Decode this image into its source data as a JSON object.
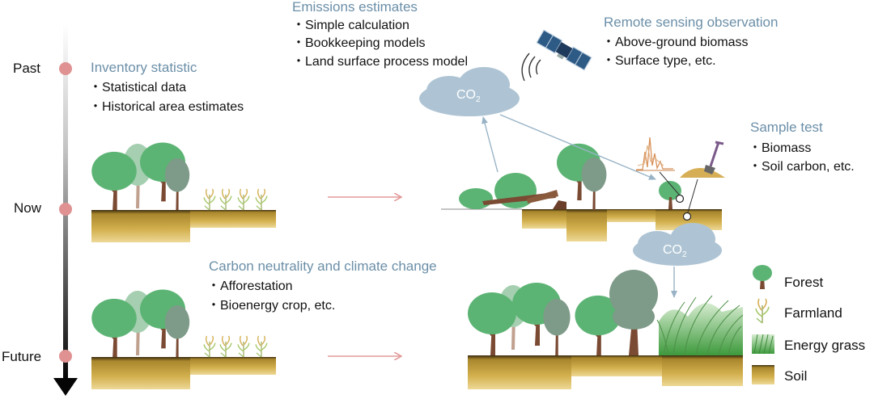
{
  "timeline": {
    "past": "Past",
    "now": "Now",
    "future": "Future"
  },
  "inventory": {
    "title": "Inventory statistic",
    "items": [
      "・Statistical data",
      "・Historical area estimates"
    ]
  },
  "emissions": {
    "title": "Emissions estimates",
    "items": [
      "・Simple calculation",
      "・Bookkeeping models",
      "・Land surface process model"
    ]
  },
  "remote": {
    "title": "Remote sensing observation",
    "items": [
      "・Above-ground biomass",
      "・Surface type, etc."
    ]
  },
  "sample": {
    "title": "Sample test",
    "items": [
      "・Biomass",
      "・Soil carbon, etc."
    ]
  },
  "neutrality": {
    "title": "Carbon neutrality and climate change",
    "items": [
      "・Afforestation",
      "・Bioenergy crop, etc."
    ]
  },
  "co2": {
    "base": "CO",
    "sub": "2"
  },
  "legend": {
    "forest": "Forest",
    "farmland": "Farmland",
    "energy_grass": "Energy grass",
    "soil": "Soil"
  },
  "colors": {
    "tree_green": "#5cb474",
    "tree_gray": "#7e9a88",
    "tree_pale": "#a5cfb0",
    "trunk": "#7a4a33",
    "soil": "#c8a235",
    "cloud": "#aec4d4",
    "arrow_red": "#e39a9a",
    "arrow_blue": "#98b3c6",
    "header_blue": "#6b8fa8",
    "timeline_dot": "#e09292"
  },
  "icons": [
    "tree-icon",
    "farmland-icon",
    "energy-grass-icon",
    "soil-icon",
    "satellite-icon",
    "shovel-icon",
    "cloud-icon"
  ]
}
